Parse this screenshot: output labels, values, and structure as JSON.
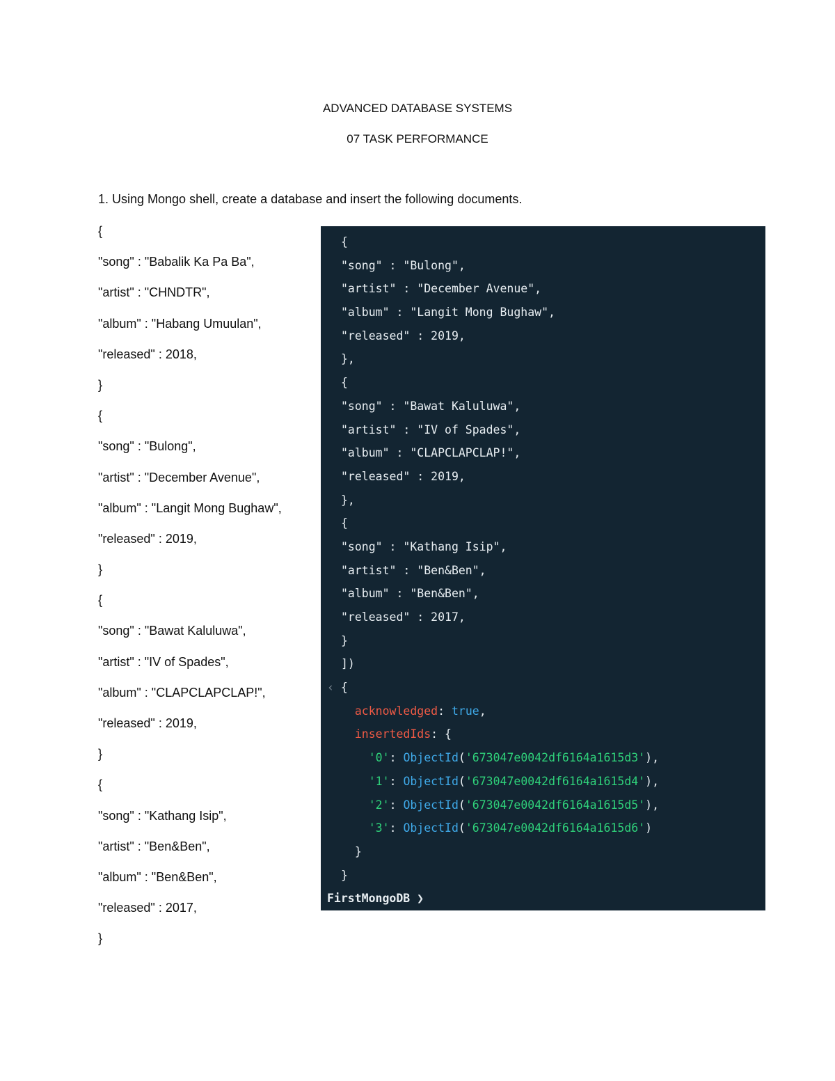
{
  "header": {
    "course": "ADVANCED DATABASE SYSTEMS",
    "task": "07 TASK PERFORMANCE"
  },
  "question": "1. Using Mongo shell, create a database and insert the following documents.",
  "documents_text": [
    "{",
    "\"song\" : \"Babalik Ka Pa Ba\",",
    "\"artist\" : \"CHNDTR\",",
    "\"album\" : \"Habang Umuulan\",",
    "\"released\" : 2018,",
    "}",
    "{",
    "\"song\" : \"Bulong\",",
    "\"artist\" : \"December Avenue\",",
    "\"album\" : \"Langit Mong Bughaw\",",
    "\"released\" : 2019,",
    "}",
    "{",
    "\"song\" : \"Bawat Kaluluwa\",",
    "\"artist\" : \"IV of Spades\",",
    "\"album\" : \"CLAPCLAPCLAP!\",",
    "\"released\" : 2019,",
    "}",
    "{",
    "\"song\" : \"Kathang Isip\",",
    "\"artist\" : \"Ben&Ben\",",
    "\"album\" : \"Ben&Ben\",",
    "\"released\" : 2017,",
    "}"
  ],
  "terminal": {
    "colors": {
      "background": "#132532",
      "key": "#ef5a45",
      "boolean": "#3fa9e8",
      "string": "#2fd17a",
      "function": "#3fa9e8"
    },
    "lines": [
      [
        {
          "t": "{"
        }
      ],
      [
        {
          "t": "\"song\" : \"Bulong\","
        }
      ],
      [
        {
          "t": "\"artist\" : \"December Avenue\","
        }
      ],
      [
        {
          "t": "\"album\" : \"Langit Mong Bughaw\","
        }
      ],
      [
        {
          "t": "\"released\" : 2019,"
        }
      ],
      [
        {
          "t": "},"
        }
      ],
      [
        {
          "t": "{"
        }
      ],
      [
        {
          "t": "\"song\" : \"Bawat Kaluluwa\","
        }
      ],
      [
        {
          "t": "\"artist\" : \"IV of Spades\","
        }
      ],
      [
        {
          "t": "\"album\" : \"CLAPCLAPCLAP!\","
        }
      ],
      [
        {
          "t": "\"released\" : 2019,"
        }
      ],
      [
        {
          "t": "},"
        }
      ],
      [
        {
          "t": "{"
        }
      ],
      [
        {
          "t": "\"song\" : \"Kathang Isip\","
        }
      ],
      [
        {
          "t": "\"artist\" : \"Ben&Ben\","
        }
      ],
      [
        {
          "t": "\"album\" : \"Ben&Ben\","
        }
      ],
      [
        {
          "t": "\"released\" : 2017,"
        }
      ],
      [
        {
          "t": "}"
        }
      ],
      [
        {
          "t": "])"
        }
      ],
      [
        {
          "t": "‹ ",
          "c": "dim",
          "indent": -20
        },
        {
          "t": "{"
        }
      ],
      [
        {
          "t": "  "
        },
        {
          "t": "acknowledged",
          "c": "key"
        },
        {
          "t": ": "
        },
        {
          "t": "true",
          "c": "bool"
        },
        {
          "t": ","
        }
      ],
      [
        {
          "t": "  "
        },
        {
          "t": "insertedIds",
          "c": "key"
        },
        {
          "t": ": {"
        }
      ],
      [
        {
          "t": "    "
        },
        {
          "t": "'0'",
          "c": "str"
        },
        {
          "t": ": "
        },
        {
          "t": "ObjectId",
          "c": "fn"
        },
        {
          "t": "("
        },
        {
          "t": "'673047e0042df6164a1615d3'",
          "c": "str"
        },
        {
          "t": "),"
        }
      ],
      [
        {
          "t": "    "
        },
        {
          "t": "'1'",
          "c": "str"
        },
        {
          "t": ": "
        },
        {
          "t": "ObjectId",
          "c": "fn"
        },
        {
          "t": "("
        },
        {
          "t": "'673047e0042df6164a1615d4'",
          "c": "str"
        },
        {
          "t": "),"
        }
      ],
      [
        {
          "t": "    "
        },
        {
          "t": "'2'",
          "c": "str"
        },
        {
          "t": ": "
        },
        {
          "t": "ObjectId",
          "c": "fn"
        },
        {
          "t": "("
        },
        {
          "t": "'673047e0042df6164a1615d5'",
          "c": "str"
        },
        {
          "t": "),"
        }
      ],
      [
        {
          "t": "    "
        },
        {
          "t": "'3'",
          "c": "str"
        },
        {
          "t": ": "
        },
        {
          "t": "ObjectId",
          "c": "fn"
        },
        {
          "t": "("
        },
        {
          "t": "'673047e0042df6164a1615d6'",
          "c": "str"
        },
        {
          "t": ")"
        }
      ],
      [
        {
          "t": "  }"
        }
      ],
      [
        {
          "t": "}"
        }
      ]
    ],
    "prompt": "FirstMongoDB ❯"
  }
}
